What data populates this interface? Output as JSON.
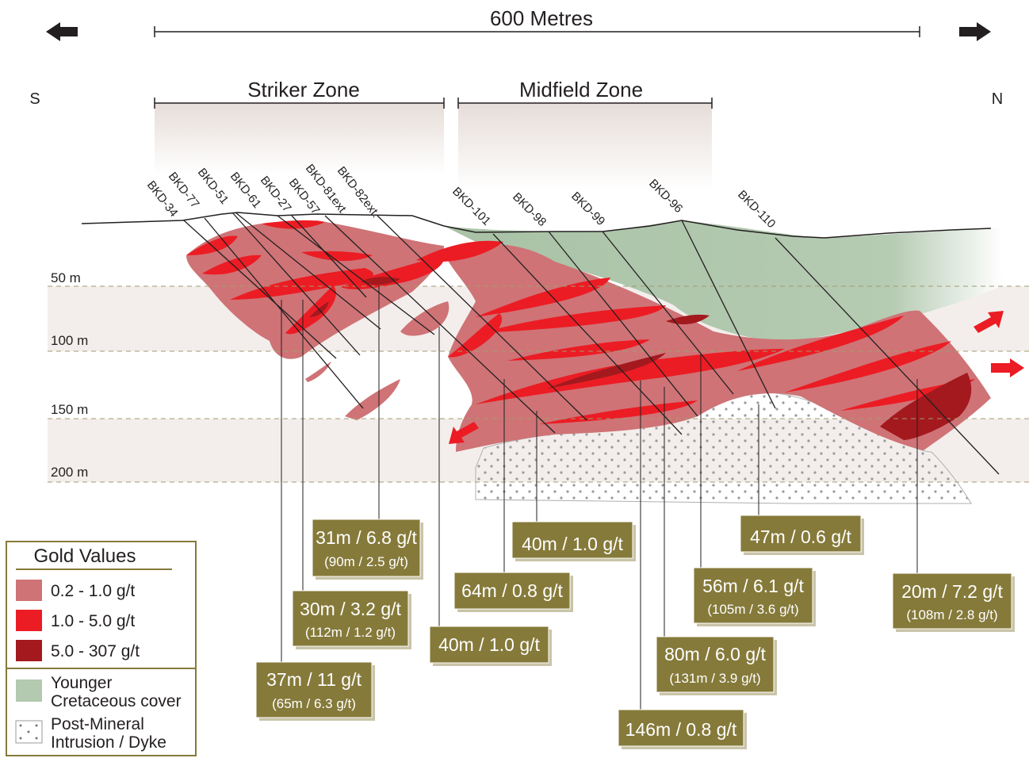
{
  "scale": {
    "label": "600 Metres"
  },
  "compass": {
    "south": "S",
    "north": "N"
  },
  "zones": [
    {
      "label": "Striker Zone"
    },
    {
      "label": "Midfield Zone"
    }
  ],
  "depths": [
    "50 m",
    "100 m",
    "150 m",
    "200 m"
  ],
  "drillholes": [
    "BKD-34",
    "BKD-77",
    "BKD-51",
    "BKD-61",
    "BKD-27",
    "BKD-57",
    "BKD-81ext.",
    "BKD-82ext.",
    "BKD-101",
    "BKD-98",
    "BKD-99",
    "BKD-96",
    "BKD-110"
  ],
  "intercepts": [
    {
      "main": "31m / 6.8 g/t",
      "sub": "(90m / 2.5 g/t)"
    },
    {
      "main": "30m / 3.2 g/t",
      "sub": "(112m / 1.2 g/t)"
    },
    {
      "main": "37m / 11 g/t",
      "sub": "(65m / 6.3 g/t)"
    },
    {
      "main": "40m / 1.0 g/t",
      "sub": ""
    },
    {
      "main": "64m / 0.8 g/t",
      "sub": ""
    },
    {
      "main": "40m / 1.0 g/t",
      "sub": ""
    },
    {
      "main": "146m / 0.8 g/t",
      "sub": ""
    },
    {
      "main": "80m / 6.0 g/t",
      "sub": "(131m / 3.9 g/t)"
    },
    {
      "main": "56m / 6.1 g/t",
      "sub": "(105m / 3.6 g/t)"
    },
    {
      "main": "47m / 0.6 g/t",
      "sub": ""
    },
    {
      "main": "20m / 7.2 g/t",
      "sub": "(108m / 2.8 g/t)"
    }
  ],
  "legend": {
    "title": "Gold Values",
    "grades": [
      {
        "label": "0.2 - 1.0 g/t",
        "color": "#cf7376"
      },
      {
        "label": "1.0 - 5.0 g/t",
        "color": "#ec1c24"
      },
      {
        "label": "5.0 - 307 g/t",
        "color": "#a3191e"
      }
    ],
    "cover": {
      "line1": "Younger",
      "line2": "Cretaceous cover",
      "color": "#b3c9b0"
    },
    "intrusion": {
      "line1": "Post-Mineral",
      "line2": "Intrusion / Dyke"
    }
  }
}
